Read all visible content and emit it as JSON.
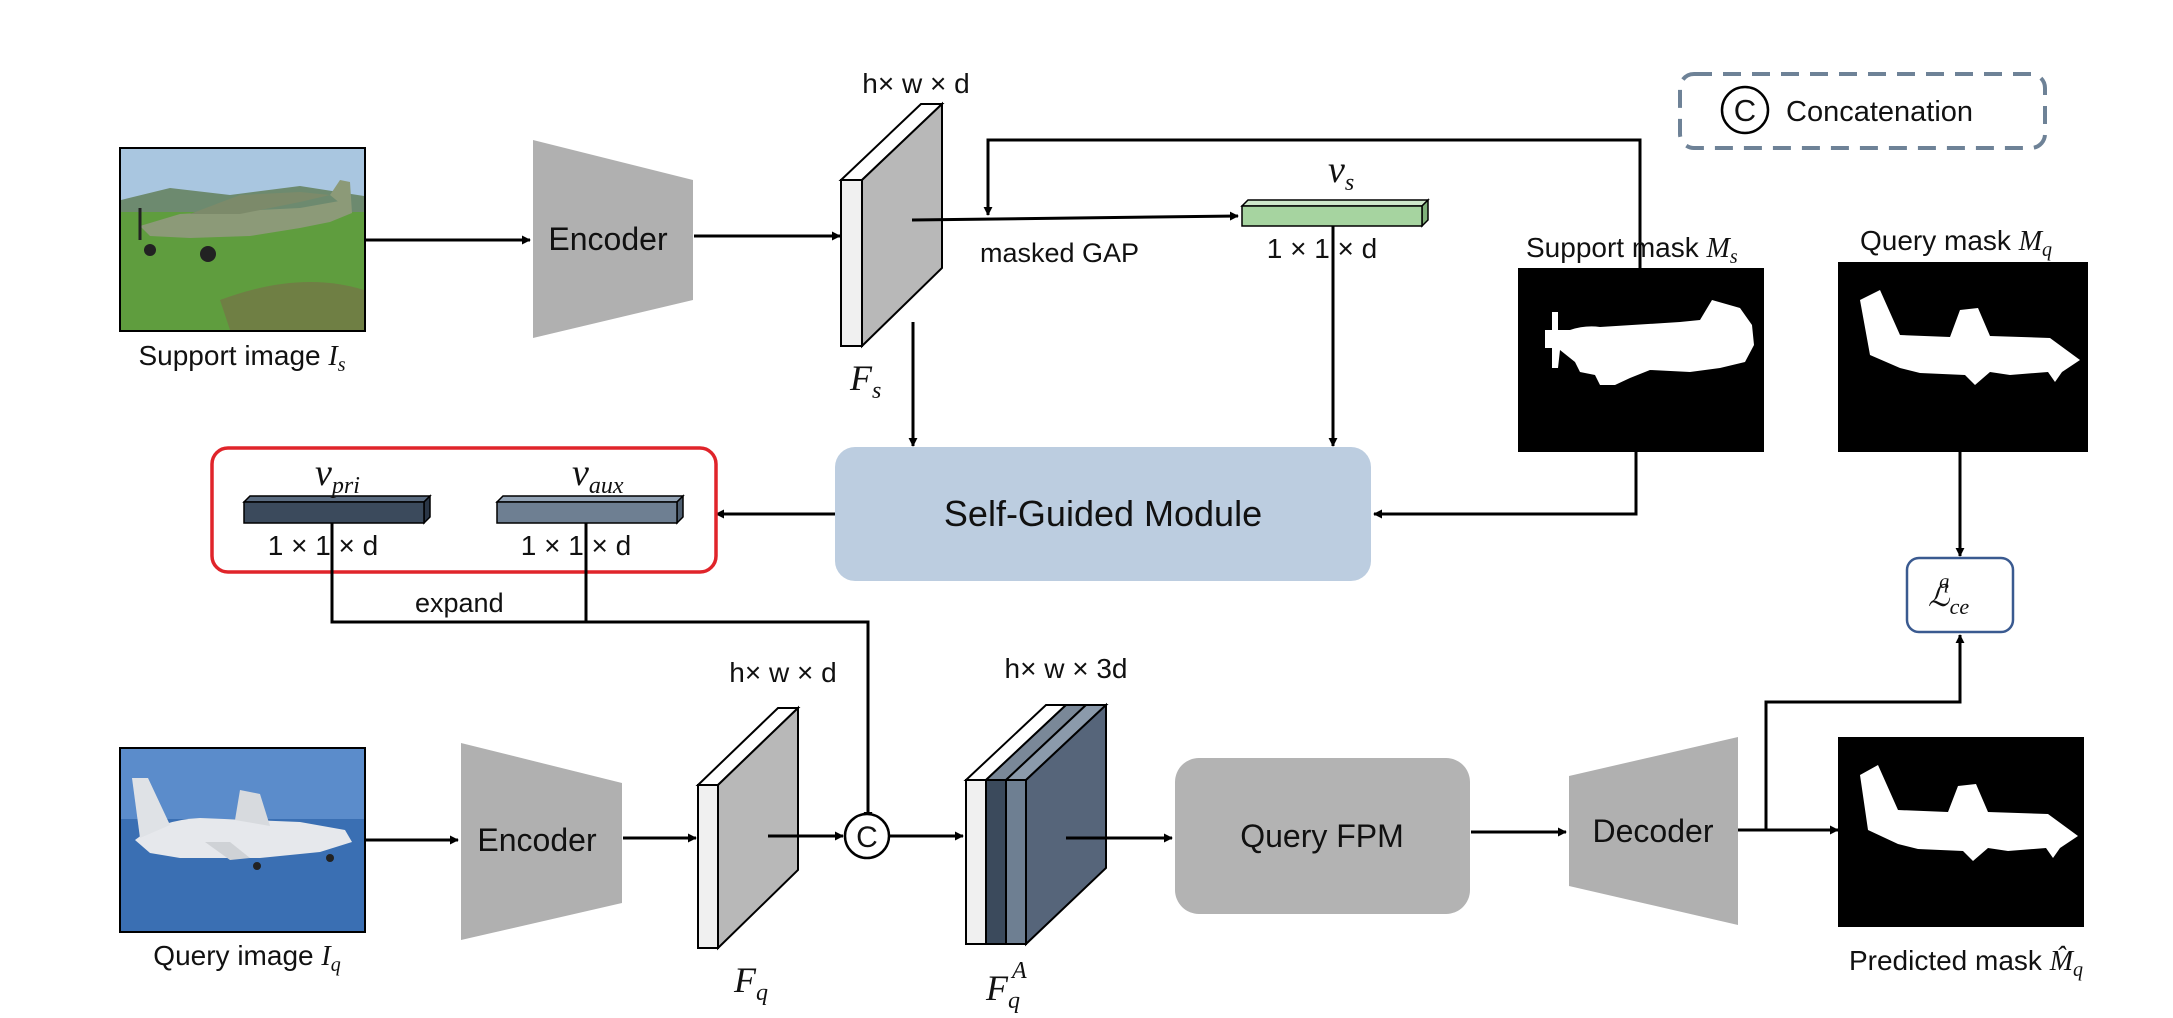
{
  "legend": {
    "symbol": "C",
    "label": "Concatenation"
  },
  "support": {
    "image_label": "Support image ",
    "image_label_var": "I",
    "image_label_sub": "s",
    "mask_label": "Support  mask ",
    "mask_var": "M",
    "mask_sub": "s"
  },
  "query": {
    "image_label": "Query image ",
    "image_label_var": "I",
    "image_label_sub": "q",
    "mask_label": "Query mask ",
    "mask_var": "M",
    "mask_sub": "q"
  },
  "predicted": {
    "label": "Predicted mask ",
    "var": "M̂",
    "sub": "q"
  },
  "encoder_top": "Encoder",
  "encoder_bottom": "Encoder",
  "decoder": "Decoder",
  "self_guided_module": "Self-Guided Module",
  "query_fpm": "Query FPM",
  "masked_gap": "masked GAP",
  "expand": "expand",
  "concat_symbol": "C",
  "loss": {
    "main": "ℒ",
    "sub": "ce",
    "sup": "q"
  },
  "features": {
    "fs_dims": "h× w × d",
    "fs_var": "F",
    "fs_sub": "s",
    "fq_dims": "h× w × d",
    "fq_var": "F",
    "fq_sub": "q",
    "fqa_dims": "h× w × 3d",
    "fqa_var": "F",
    "fqa_sub": "q",
    "fqa_sup": "A"
  },
  "vectors": {
    "vs_var": "v",
    "vs_sub": "s",
    "vs_dims": "1 × 1 × d",
    "vpri_var": "v",
    "vpri_sub": "pri",
    "vpri_dims": "1 × 1 × d",
    "vaux_var": "v",
    "vaux_sub": "aux",
    "vaux_dims": "1 × 1 × d"
  },
  "colors": {
    "encoder_gray": "#b0b0b0",
    "sgm_blue": "#bccde0",
    "fpm_gray": "#b3b3b3",
    "vs_green": "#a6d4a0",
    "vpri_dark": "#3b4a5c",
    "vaux_slate": "#6e7f92",
    "red_box": "#e0242a",
    "legend_dash": "#6e8297",
    "loss_border": "#3a5a90"
  }
}
